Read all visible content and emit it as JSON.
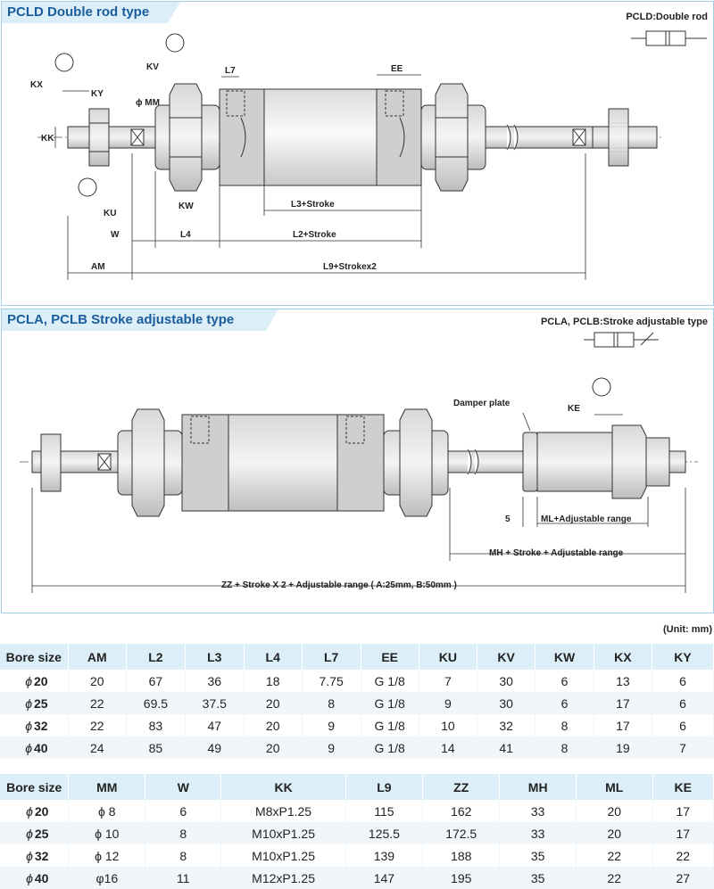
{
  "section1": {
    "title": "PCLD Double rod type",
    "caption": "PCLD:Double rod",
    "labels": {
      "kx": "KX",
      "ky": "KY",
      "kv": "KV",
      "kk": "KK",
      "mm": "ϕ MM",
      "ku": "KU",
      "l7": "L7",
      "ee": "EE",
      "kw": "KW",
      "l3": "L3+Stroke",
      "w": "W",
      "l4": "L4",
      "l2": "L2+Stroke",
      "am": "AM",
      "l9": "L9+Strokex2"
    }
  },
  "section2": {
    "title": "PCLA, PCLB Stroke adjustable type",
    "caption": "PCLA, PCLB:Stroke adjustable type",
    "labels": {
      "damper": "Damper plate",
      "ke": "KE",
      "five": "5",
      "ml": "ML+Adjustable range",
      "mh": "MH + Stroke + Adjustable range",
      "zz": "ZZ + Stroke X 2 + Adjustable range ( A:25mm, B:50mm )"
    }
  },
  "unit": "(Unit: mm)",
  "table1": {
    "headers": [
      "Bore size",
      "AM",
      "L2",
      "L3",
      "L4",
      "L7",
      "EE",
      "KU",
      "KV",
      "KW",
      "KX",
      "KY"
    ],
    "rows": [
      [
        "20",
        "20",
        "67",
        "36",
        "18",
        "7.75",
        "G 1/8",
        "7",
        "30",
        "6",
        "13",
        "6"
      ],
      [
        "25",
        "22",
        "69.5",
        "37.5",
        "20",
        "8",
        "G 1/8",
        "9",
        "30",
        "6",
        "17",
        "6"
      ],
      [
        "32",
        "22",
        "83",
        "47",
        "20",
        "9",
        "G 1/8",
        "10",
        "32",
        "8",
        "17",
        "6"
      ],
      [
        "40",
        "24",
        "85",
        "49",
        "20",
        "9",
        "G 1/8",
        "14",
        "41",
        "8",
        "19",
        "7"
      ]
    ]
  },
  "table2": {
    "headers": [
      "Bore size",
      "MM",
      "W",
      "KK",
      "L9",
      "ZZ",
      "MH",
      "ML",
      "KE"
    ],
    "rows": [
      [
        "20",
        "ϕ 8",
        "6",
        "M8xP1.25",
        "115",
        "162",
        "33",
        "20",
        "17"
      ],
      [
        "25",
        "ϕ 10",
        "8",
        "M10xP1.25",
        "125.5",
        "172.5",
        "33",
        "20",
        "17"
      ],
      [
        "32",
        "ϕ 12",
        "8",
        "M10xP1.25",
        "139",
        "188",
        "35",
        "22",
        "22"
      ],
      [
        "40",
        "φ16",
        "11",
        "M12xP1.25",
        "147",
        "195",
        "35",
        "22",
        "27"
      ]
    ]
  },
  "phi_symbol": "ϕ"
}
